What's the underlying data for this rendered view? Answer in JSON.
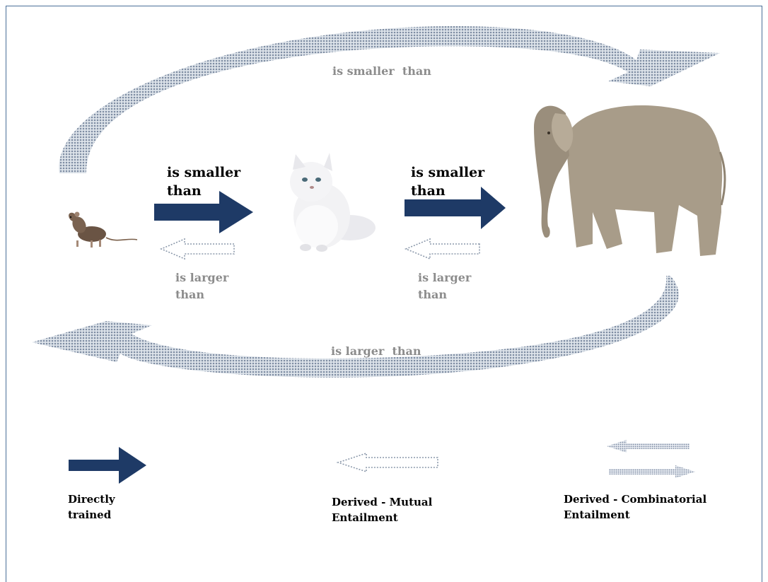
{
  "colors": {
    "frame": "#4a6e98",
    "direct_arrow": "#1e3a66",
    "dotted": "#8c99ab",
    "label_gray": "#8c8c8c"
  },
  "icons": [
    "rat-image",
    "cat-image",
    "elephant-image"
  ],
  "relations": {
    "rat_to_cat": "is smaller\nthan",
    "cat_to_elephant": "is smaller\nthan",
    "cat_to_rat": "is larger\nthan",
    "elephant_to_cat": "is larger\nthan",
    "top_arc": "is smaller  than",
    "bottom_arc": "is larger  than"
  },
  "legend": {
    "direct": "Directly\ntrained",
    "mutual": "Derived - Mutual\nEntailment",
    "combinatorial": "Derived - Combinatorial\nEntailment"
  }
}
